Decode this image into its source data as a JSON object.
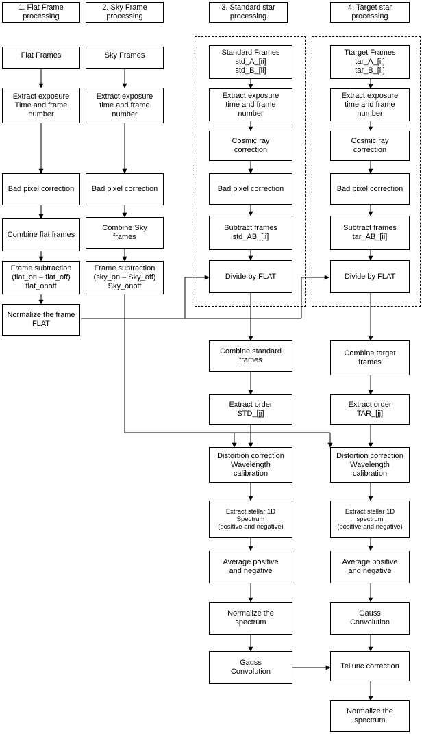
{
  "headers": {
    "col1": "1. Flat Frame\nprocessing",
    "col2": "2. Sky Frame\nprocessing",
    "col3": "3. Standard star\nprocessing",
    "col4": "4. Target star\nprocessing"
  },
  "flat": {
    "frames": "Flat Frames",
    "extract": "Extract exposure\nTime and frame\nnumber",
    "badpix": "Bad pixel correction",
    "combine": "Combine flat frames",
    "subtract": "Frame subtraction\n(flat_on – flat_off)\nflat_onoff",
    "normalize": "Normalize the frame\nFLAT"
  },
  "sky": {
    "frames": "Sky  Frames",
    "extract": "Extract exposure\ntime and frame\nnumber",
    "badpix": "Bad pixel correction",
    "combine": "Combine Sky\nframes",
    "subtract": "Frame subtraction\n(sky_on – Sky_off)\nSky_onoff"
  },
  "standard": {
    "frames": "Standard Frames\nstd_A_[ii]\nstd_B_[ii]",
    "extract": "Extract exposure\ntime and frame\nnumber",
    "cosmic": "Cosmic ray\ncorrection",
    "badpix": "Bad pixel correction",
    "subtract": "Subtract frames\nstd_AB_[ii]",
    "divide": "Divide by FLAT",
    "combine": "Combine standard\nframes",
    "order": "Extract order\nSTD_[jj]",
    "distortion": "Distortion correction\nWavelength\ncalibration",
    "spectrum": "Extract stellar 1D\nSpectrum\n(positive and negative)",
    "average": "Average positive\nand negative",
    "normalize": "Normalize the\nspectrum",
    "gauss": "Gauss\nConvolution"
  },
  "target": {
    "frames": "Ttarget Frames\ntar_A_[ii]\ntar_B_[ii]",
    "extract": "Extract exposure\ntime and frame\nnumber",
    "cosmic": "Cosmic ray\ncorrection",
    "badpix": "Bad pixel correction",
    "subtract": "Subtract frames\ntar_AB_[ii]",
    "divide": "Divide by FLAT",
    "combine": "Combine target\nframes",
    "order": "Extract order\nTAR_[jj]",
    "distortion": "Distortion correction\nWavelength\ncalibration",
    "spectrum": "Extract stellar 1D\nspectrum\n(positive and negative)",
    "average": "Average positive\nand negative",
    "gauss": "Gauss\nConvolution",
    "telluric": "Telluric correction",
    "normalize": "Normalize the\nspectrum"
  }
}
